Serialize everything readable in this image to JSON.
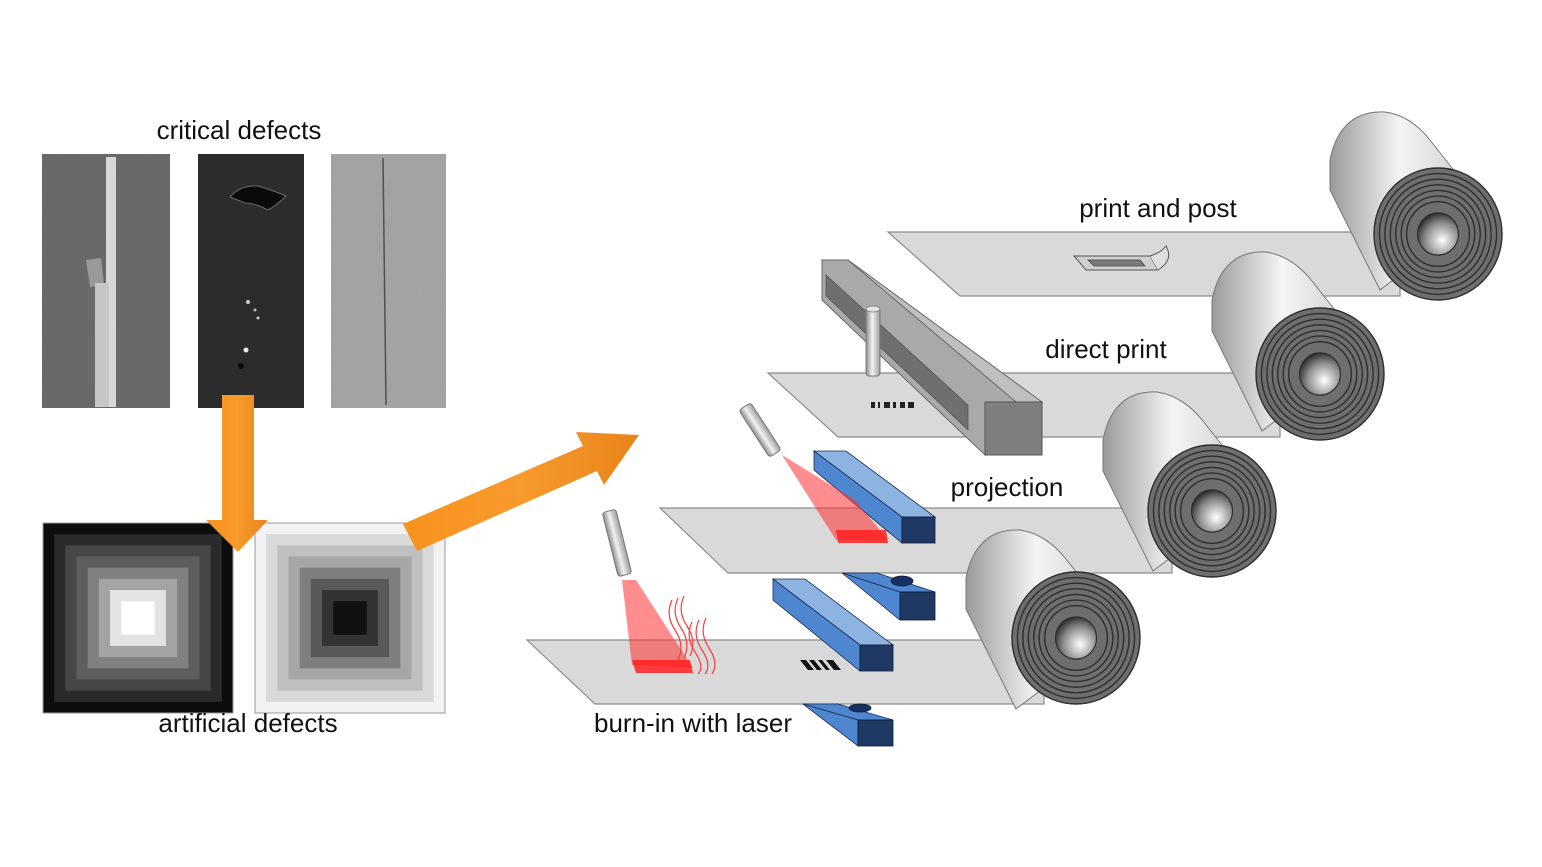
{
  "labels": {
    "critical_defects": "critical defects",
    "artificial_defects": "artificial defects",
    "print_and_post": "print and post",
    "direct_print": "direct print",
    "projection": "projection",
    "burn_in_with_laser": "burn-in with laser"
  },
  "colors": {
    "arrow": "#f7931e",
    "laser": "#ff3030",
    "clamp_light": "#8db3e2",
    "clamp_mid": "#4f86d0",
    "clamp_dark": "#1f3864",
    "strip": "#d9d9d9",
    "roll_face": "#6e6e6e"
  },
  "critical_defect_images": [
    {
      "name": "defect-scratch-image",
      "tone": "#6a6a6a"
    },
    {
      "name": "defect-hole-image",
      "tone": "#2b2b2b"
    },
    {
      "name": "defect-line-image",
      "tone": "#a3a3a3"
    }
  ],
  "artificial_defect_patterns": [
    {
      "name": "dark-to-light-pattern",
      "rings": [
        "#0d0d0d",
        "#2a2a2a",
        "#474747",
        "#5e5e5e",
        "#808080",
        "#a3a3a3",
        "#e3e3e3",
        "#ffffff"
      ]
    },
    {
      "name": "light-to-dark-pattern",
      "rings": [
        "#f2f2f2",
        "#d9d9d9",
        "#bfbfbf",
        "#a6a6a6",
        "#7f7f7f",
        "#595959",
        "#333333",
        "#111111"
      ]
    }
  ],
  "process_stages": [
    {
      "id": "print-and-post",
      "label_key": "print_and_post"
    },
    {
      "id": "direct-print",
      "label_key": "direct_print"
    },
    {
      "id": "projection",
      "label_key": "projection"
    },
    {
      "id": "burn-in-with-laser",
      "label_key": "burn_in_with_laser"
    }
  ]
}
